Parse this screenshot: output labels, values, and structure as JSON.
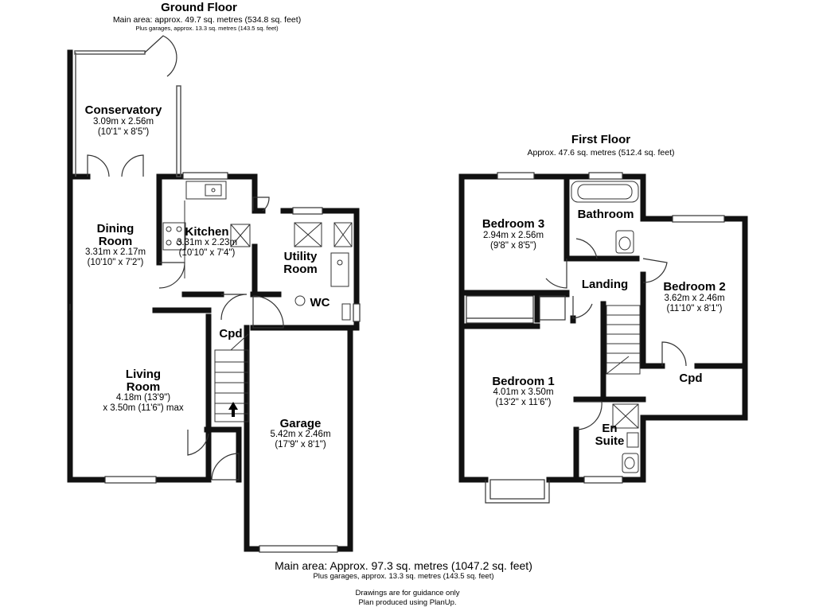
{
  "ground_floor": {
    "title": "Ground Floor",
    "main_area": "Main area: approx. 49.7 sq. metres (534.8 sq. feet)",
    "garages": "Plus garages, approx. 13.3 sq. metres (143.5 sq. feet)"
  },
  "first_floor": {
    "title": "First Floor",
    "area": "Approx. 47.6 sq. metres (512.4 sq. feet)"
  },
  "rooms": {
    "conservatory": {
      "name": "Conservatory",
      "dim1": "3.09m x 2.56m",
      "dim2": "(10'1\" x 8'5\")"
    },
    "dining": {
      "name1": "Dining",
      "name2": "Room",
      "dim1": "3.31m x 2.17m",
      "dim2": "(10'10\" x 7'2\")"
    },
    "kitchen": {
      "name": "Kitchen",
      "dim1": "3.31m x 2.23m",
      "dim2": "(10'10\" x 7'4\")"
    },
    "utility": {
      "name1": "Utility",
      "name2": "Room"
    },
    "wc": {
      "name": "WC"
    },
    "cpd_ground": {
      "name": "Cpd"
    },
    "living": {
      "name1": "Living",
      "name2": "Room",
      "dim1": "4.18m (13'9\")",
      "dim2": "x 3.50m (11'6\") max"
    },
    "garage": {
      "name": "Garage",
      "dim1": "5.42m x 2.46m",
      "dim2": "(17'9\" x 8'1\")"
    },
    "bedroom3": {
      "name": "Bedroom 3",
      "dim1": "2.94m x 2.56m",
      "dim2": "(9'8\" x 8'5\")"
    },
    "bathroom": {
      "name": "Bathroom"
    },
    "landing": {
      "name": "Landing"
    },
    "bedroom2": {
      "name": "Bedroom 2",
      "dim1": "3.62m x 2.46m",
      "dim2": "(11'10\" x 8'1\")"
    },
    "cpd_first": {
      "name": "Cpd"
    },
    "bedroom1": {
      "name": "Bedroom 1",
      "dim1": "4.01m x 3.50m",
      "dim2": "(13'2\" x 11'6\")"
    },
    "ensuite": {
      "name1": "En",
      "name2": "Suite"
    }
  },
  "footer": {
    "main_area": "Main area: Approx. 97.3 sq. metres (1047.2 sq. feet)",
    "garages": "Plus garages, approx. 13.3 sq. metres (143.5 sq. feet)",
    "disclaimer1": "Drawings are for guidance only",
    "disclaimer2": "Plan produced using PlanUp."
  },
  "colors": {
    "wall": "#111111",
    "fixture": "#333333",
    "glazing": "#555555"
  }
}
